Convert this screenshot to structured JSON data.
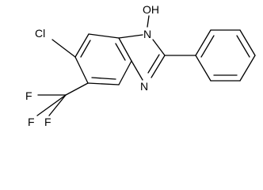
{
  "molecule": {
    "atoms": {
      "hydroxyl": "OH",
      "n1": "N",
      "n3": "N",
      "chlorine": "Cl",
      "fluorine_a": "F",
      "fluorine_b": "F",
      "fluorine_c": "F"
    }
  },
  "colors": {
    "bond": "#000000",
    "text": "#000000",
    "background": "#ffffff"
  }
}
